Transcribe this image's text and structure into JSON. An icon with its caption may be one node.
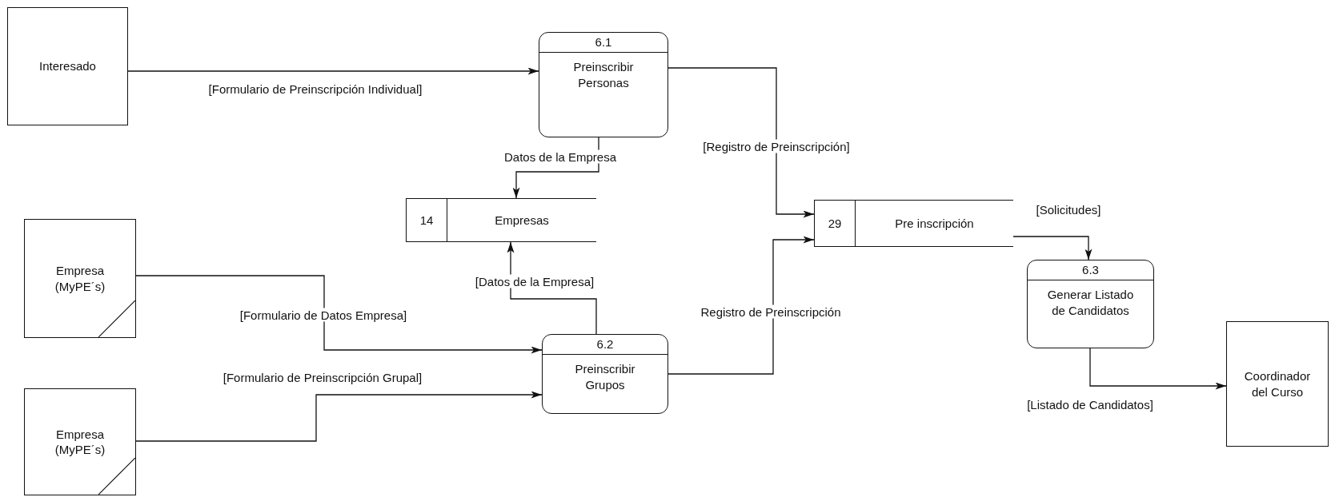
{
  "diagram": {
    "nodes": [
      {
        "text": [
          "Interesado"
        ]
      },
      {
        "text": [
          "6.1",
          "Preinscribir Personas"
        ]
      },
      {
        "text": [
          "Empresa (MyPE´s)"
        ]
      },
      {
        "text": [
          "14",
          "Empresas"
        ]
      },
      {
        "text": [
          "6.2",
          "Preinscribir Grupos"
        ]
      },
      {
        "text": [
          "Empresa (MyPE´s)"
        ]
      },
      {
        "text": [
          "29",
          "Pre inscripción"
        ]
      },
      {
        "text": [
          "6.3",
          "Generar Listado de Candidatos"
        ]
      },
      {
        "text": [
          "Coordinador del Curso"
        ]
      }
    ],
    "edges": [
      {
        "from": 0,
        "to": 1,
        "arrow": "to",
        "label": "[Formulario de Preinscripción Individual]"
      },
      {
        "from": 1,
        "to": 3,
        "arrow": "to",
        "label": "Datos de la Empresa"
      },
      {
        "from": 1,
        "to": 6,
        "arrow": "to",
        "label": "[Registro de Preinscripción]"
      },
      {
        "from": 2,
        "to": 4,
        "arrow": "to",
        "label": "[Formulario de Datos Empresa]"
      },
      {
        "from": 4,
        "to": 3,
        "arrow": "to",
        "label": "[Datos de la Empresa]"
      },
      {
        "from": 5,
        "to": 4,
        "arrow": "to",
        "label": "[Formulario de Preinscripción Grupal]"
      },
      {
        "from": 4,
        "to": 6,
        "arrow": "to",
        "label": "Registro de Preinscripción"
      },
      {
        "from": 6,
        "to": 7,
        "arrow": "to",
        "label": "[Solicitudes]"
      },
      {
        "from": 7,
        "to": 8,
        "arrow": "to",
        "label": "[Listado de Candidatos]"
      }
    ]
  }
}
